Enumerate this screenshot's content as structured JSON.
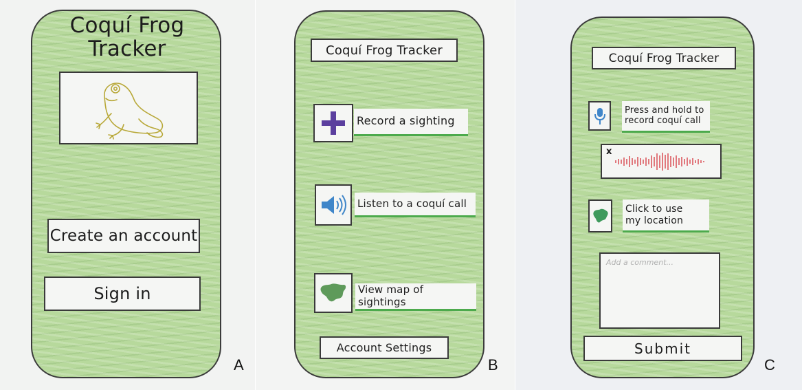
{
  "panels": {
    "a": {
      "letter": "A",
      "title_line1": "Coquí Frog",
      "title_line2": "Tracker",
      "create_account_label": "Create an account",
      "sign_in_label": "Sign in",
      "frog_icon": "frog-icon"
    },
    "b": {
      "letter": "B",
      "title": "Coquí Frog Tracker",
      "menu": [
        {
          "label": "Record a sighting",
          "icon": "plus-icon"
        },
        {
          "label": "Listen to a coquí call",
          "icon": "speaker-icon"
        },
        {
          "label": "View map of sightings",
          "icon": "map-icon"
        }
      ],
      "account_settings_label": "Account Settings"
    },
    "c": {
      "letter": "C",
      "title": "Coquí Frog Tracker",
      "record_label_line1": "Press and hold to",
      "record_label_line2": "record coquí call",
      "remove_recording_label": "x",
      "location_label_line1": "Click to use",
      "location_label_line2": "my location",
      "comment_placeholder": "Add a comment...",
      "submit_label": "Submit"
    }
  },
  "colors": {
    "phone_fill": "#b7d99c",
    "accent_green": "#4caa4c",
    "plus_purple": "#5b3f9e",
    "speaker_blue": "#3f86c9",
    "waveform_red": "#d8434a",
    "frog_outline": "#b8a838"
  }
}
